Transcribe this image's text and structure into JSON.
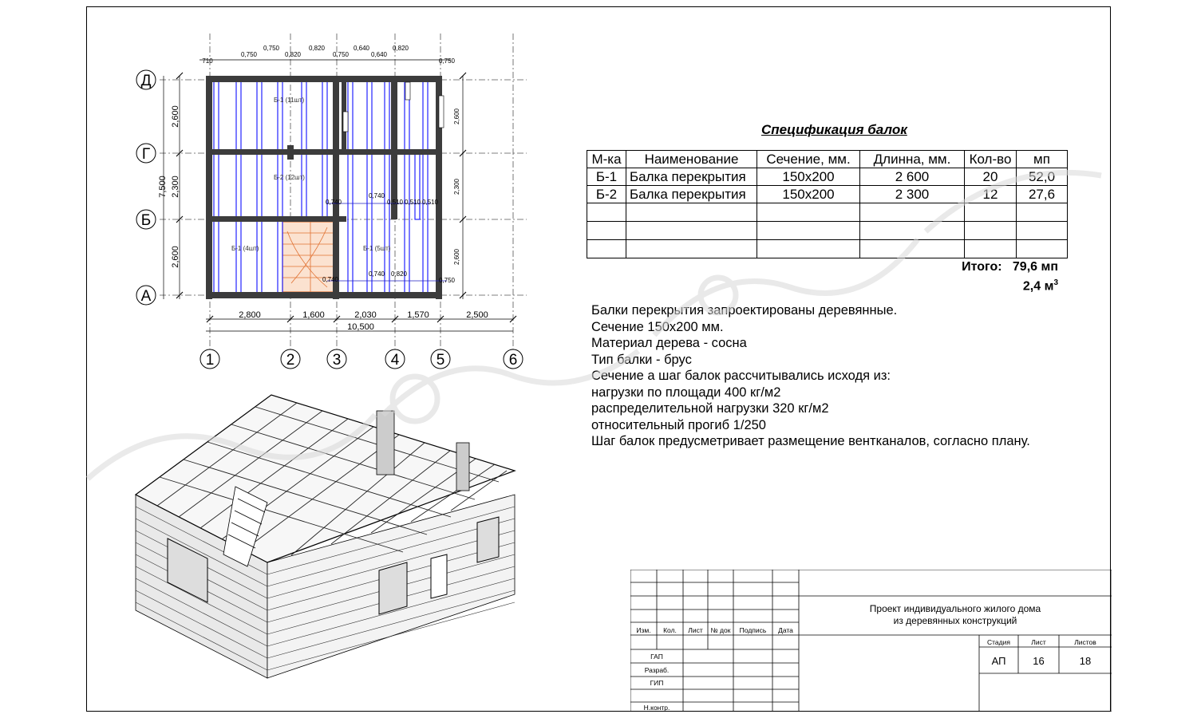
{
  "plan": {
    "axes_letters": [
      "Д",
      "Г",
      "Б",
      "А"
    ],
    "axes_numbers": [
      "1",
      "2",
      "3",
      "4",
      "5",
      "6"
    ],
    "left_dims": [
      "2,600",
      "2,300",
      "2,600"
    ],
    "left_total": "7,500",
    "right_dims": [
      "2,600",
      "2,300",
      "2,600"
    ],
    "bottom_dims": [
      "2,800",
      "1,600",
      "2,030",
      "1,570",
      "2,500"
    ],
    "bottom_total": "10,500",
    "top_spacing": [
      "710",
      "0,750",
      "0,750",
      "0,820",
      "0,820",
      "0,750",
      "0,640",
      "0,640",
      "0,820",
      "0,750"
    ],
    "mid_spacing": [
      "0,740",
      "0,740",
      "0,510",
      "0,510",
      "0,510"
    ],
    "low_spacing": [
      "0,740",
      "0,740",
      "0,820",
      "0,750"
    ],
    "beam_labels": {
      "b1_top": "Б-1 (11шт)",
      "b2_mid": "Б-2 (12шт)",
      "b1_left": "Б-1 (4шт)",
      "b1_right": "Б-1 (5шт)"
    }
  },
  "spec": {
    "title": "Спецификация балок",
    "headers": [
      "М-ка",
      "Наименование",
      "Сечение, мм.",
      "Длинна, мм.",
      "Кол-во",
      "мп"
    ],
    "rows": [
      [
        "Б-1",
        "Балка перекрытия",
        "150х200",
        "2 600",
        "20",
        "52,0"
      ],
      [
        "Б-2",
        "Балка перекрытия",
        "150х200",
        "2 300",
        "12",
        "27,6"
      ]
    ],
    "total_label": "Итого:",
    "total_mp": "79,6 мп",
    "total_m3": "2,4 м",
    "total_m3_sup": "3"
  },
  "notes": [
    "Балки перекрытия запроектированы деревянные.",
    "Сечение 150х200 мм.",
    "Материал дерева - сосна",
    "Тип балки - брус",
    "Сечение а шаг балок рассчитывались исходя из:",
    "нагрузки по площади 400 кг/м2",
    "распределительной нагрузки 320 кг/м2",
    "относительный прогиб 1/250",
    "Шаг балок предусметривает размещение вентканалов, согласно плану."
  ],
  "titleblock": {
    "cols": [
      "Изм.",
      "Кол.",
      "Лист",
      "№ док",
      "Подпись",
      "Дата"
    ],
    "roles": [
      "ГАП",
      "Разраб.",
      "ГИП",
      "Н.контр."
    ],
    "project_line1": "Проект индивидуального жилого дома",
    "project_line2": "из деревянных конструкций",
    "stage_label": "Стадия",
    "sheet_label": "Лист",
    "sheets_label": "Листов",
    "stage": "АП",
    "sheet": "16",
    "sheets": "18"
  },
  "colors": {
    "wall": "#3c3c3c",
    "beam": "#2323ff",
    "stair": "#e07030",
    "dim_line": "#2020c0"
  }
}
